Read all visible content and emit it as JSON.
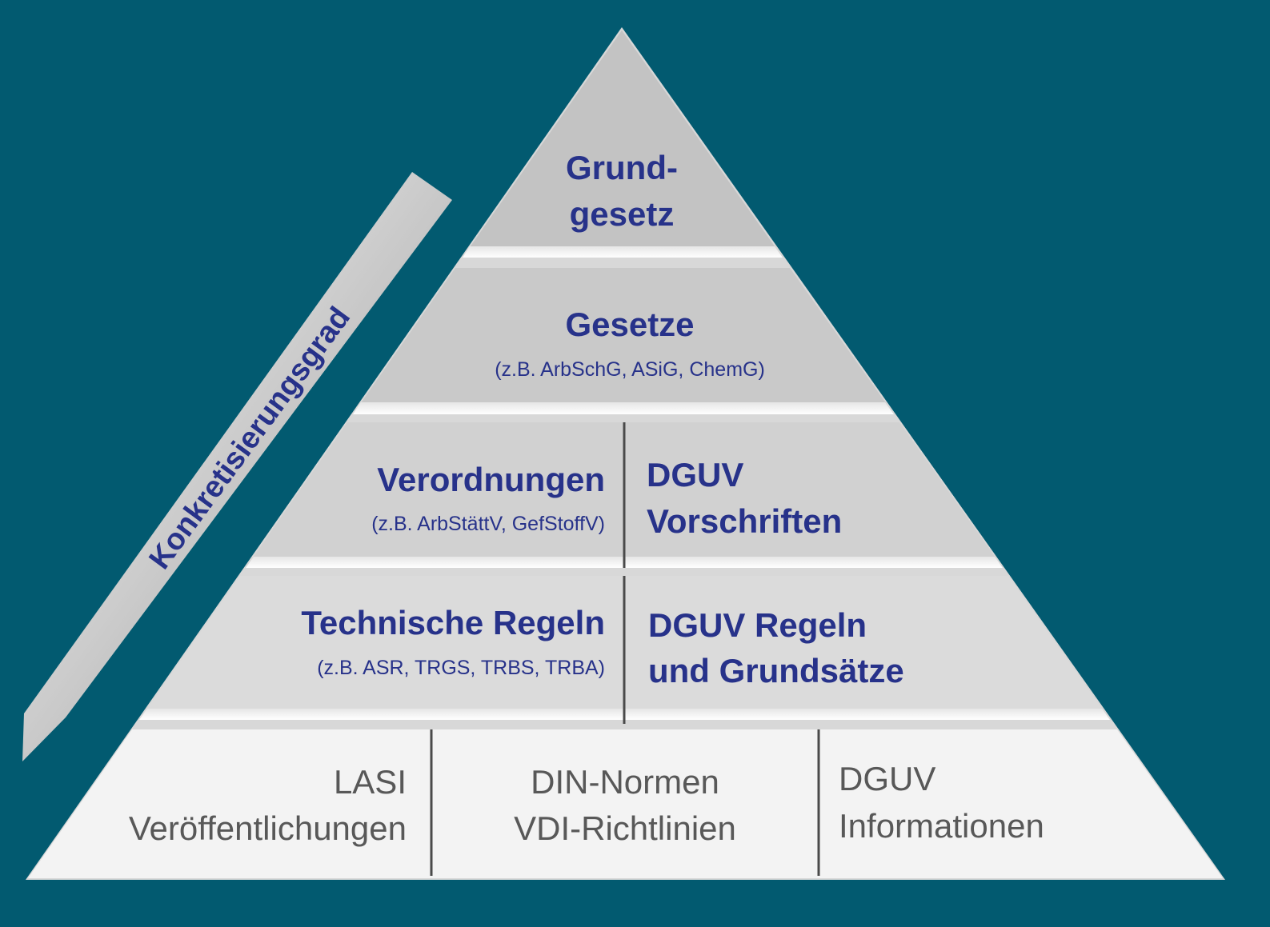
{
  "colors": {
    "background": "#025a70",
    "heading_text": "#27328a",
    "bottom_text": "#585858"
  },
  "arrow": {
    "label": "Konkretisierungsgrad"
  },
  "tiers": {
    "grundgesetz": {
      "line1": "Grund-",
      "line2": "gesetz"
    },
    "gesetze": {
      "title": "Gesetze",
      "examples": "(z.B. ArbSchG, ASiG, ChemG)"
    },
    "verordnungen": {
      "title": "Verordnungen",
      "examples": "(z.B. ArbStättV, GefStoffV)"
    },
    "dguv_vorschriften": {
      "line1": "DGUV",
      "line2": "Vorschriften"
    },
    "technische_regeln": {
      "title": "Technische Regeln",
      "examples": "(z.B. ASR, TRGS, TRBS, TRBA)"
    },
    "dguv_regeln": {
      "line1": "DGUV Regeln",
      "line2": "und Grundsätze"
    },
    "lasi": {
      "line1": "LASI",
      "line2": "Veröffentlichungen"
    },
    "din": {
      "line1": "DIN-Normen",
      "line2": "VDI-Richtlinien"
    },
    "dguv_info": {
      "line1": "DGUV",
      "line2": "Informationen"
    }
  }
}
